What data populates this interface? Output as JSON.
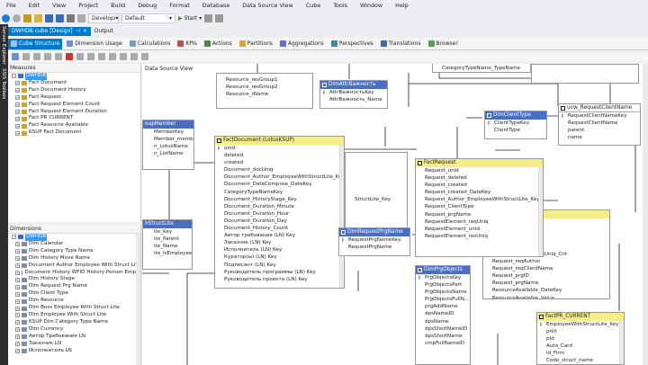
{
  "menubar": [
    "File",
    "Edit",
    "View",
    "Project",
    "Build",
    "Debug",
    "Format",
    "Database",
    "Data Source View",
    "Cube",
    "Tools",
    "Window",
    "Help"
  ],
  "toolbar": {
    "config": "Developi",
    "platform": "Default",
    "start": "Start"
  },
  "side_tabs": [
    "Server Explorer",
    "SSIS Toolbox"
  ],
  "doc_tabs": [
    {
      "label": "DWHDB.cube [Design]",
      "active": true
    },
    {
      "label": "Output",
      "active": false
    }
  ],
  "cube_tabs": [
    "Cube Structure",
    "Dimension Usage",
    "Calculations",
    "KPIs",
    "Actions",
    "Partitions",
    "Aggregations",
    "Perspectives",
    "Translations",
    "Browser"
  ],
  "measures": {
    "title": "Measures",
    "items": [
      "DWHDB",
      "Fact Document",
      "Fact Document History",
      "Fact Request",
      "Fact Request Element Count",
      "Fact Request Element Duration",
      "Fact PR CURRENT",
      "Fact Resource Available",
      "KSUP Fact Document"
    ]
  },
  "dimensions": {
    "title": "Dimensions",
    "items": [
      "DWHDB",
      "Dim Calendar",
      "Dim Category Type Name",
      "Dim History Move Name",
      "Document Author Employee With Struct Lite",
      "Document History WFID History Person Emplo",
      "Dim History Stage",
      "Dim Request Prg Name",
      "Dim Client Type",
      "Dim Resource",
      "Dim Boss Employee With Struct Lite",
      "Dim Employee With Struct Lite",
      "KSUP Dim Category Type Name",
      "Dim Currency",
      "Автор Требования LN",
      "Заказчик LN",
      "Исполнитель LN"
    ]
  },
  "dsv": {
    "title": "Data Source View",
    "t_resgroup": {
      "rows": [
        "Resource_resGroup1",
        "Resource_resGroup2",
        "Resource_rName"
      ]
    },
    "t_attr": {
      "name": "DimAttrВажность",
      "rows": [
        "AttrВажностьKey",
        "AttrВажность_Name"
      ]
    },
    "t_category": {
      "rows": [
        "CategoryTypeName_TypeName"
      ]
    },
    "t_clienttype": {
      "name": "DimClientType",
      "rows": [
        "ClientTypeKey",
        "ClientType"
      ]
    },
    "t_uvw": {
      "name": "uvw_RequestClientName",
      "rows": [
        "RequestClientNameKey",
        "RequestClientName",
        "parent",
        "name"
      ]
    },
    "t_bossmember": {
      "name": "oupMember",
      "rows": [
        "MemberKey",
        "",
        "Member_member",
        "n_LotusName",
        "n_ListName"
      ]
    },
    "t_factdoc": {
      "name": "FactDocument (LotusKSUP)",
      "rows": [
        "unid",
        "deleted",
        "created",
        "Document_docUniq",
        "Document_Author_EmployeeWithStructLite_Key",
        "Document_DateCompose_DateKey",
        "CategoryTypeNameKey",
        "Document_HistoryStage_Key",
        "Document_Duration_Minute",
        "Document_Duration_Hour",
        "Document_Duration_Day",
        "Document_History_Count",
        "Автор требования (LN) Key",
        "Заказчик (LN) Key",
        "Исполнитель (LN) Key",
        "Куратор(ы) (LN) Key",
        "Подписант (LN) Key",
        "Руководитель программы (LN) Key",
        "Руководитель проекта (LN) Key"
      ]
    },
    "t_factrequest": {
      "name": "FactRequest",
      "rows": [
        "Request_unid",
        "Request_deleted",
        "Request_created",
        "Request_created_DateKey",
        "Request_Author_EmployeeWithStructLite_Key",
        "Request_ClientType",
        "Request_prgName",
        "RequestElement_reqUniq",
        "RequestElement_unid",
        "RequestElement_resUniq"
      ]
    },
    "t_dimreqprg": {
      "name": "DimRequestPrgName",
      "rows": [
        "RequestPrgNameKey",
        "RequestPrgName"
      ]
    },
    "t_structlite": {
      "name": "hStructLite",
      "rows": [
        "ite_Key",
        "ite_Parent",
        "ite_Name",
        "ite_IsEmployee"
      ]
    },
    "t_structlite_key": {
      "rows": [
        "StructLite_Key"
      ]
    },
    "t_dimprgobj": {
      "name": "DimPrgObjects",
      "rows": [
        "PrgObjectsKey",
        "PrgObjectsPart",
        "PrgObjectsName",
        "PrgObjectsFullN...",
        "prgAddName",
        "dpsNameID",
        "dpsName",
        "dpsShortNameID",
        "dpsShortName",
        "cmpFullNameID"
      ]
    },
    "t_reqelement": {
      "rows": [
        "RequestElement_reqUniq_Cnt",
        "Request_reqAuthor",
        "Request_reqClientName",
        "Request_prgID",
        "Request_prgName",
        "ResourceAvailable_DateKey",
        "ResourceAvailable_Value"
      ]
    },
    "t_factpr": {
      "name": "FactPR_CURRENT",
      "rows": [
        "EmployeeWithStructLite_Key",
        "prId",
        "pId",
        "Auto_Card",
        "Id_Firm",
        "Code_struct_name"
      ]
    }
  }
}
